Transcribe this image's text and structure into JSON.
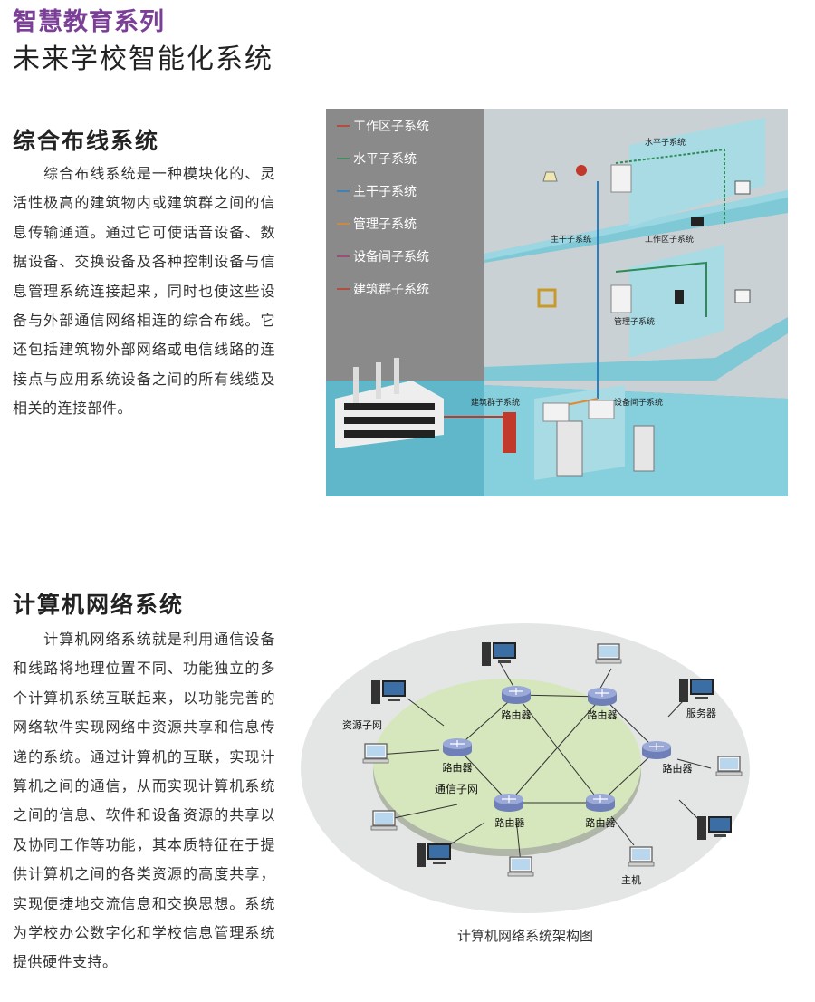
{
  "header": {
    "series": "智慧教育系列",
    "title": "未来学校智能化系统"
  },
  "cabling": {
    "title": "综合布线系统",
    "paragraph": "　　综合布线系统是一种模块化的、灵活性极高的建筑物内或建筑群之间的信息传输通道。通过它可使话音设备、数据设备、交换设备及各种控制设备与信息管理系统连接起来，同时也使这些设备与外部通信网络相连的综合布线。它还包括建筑物外部网络或电信线路的连接点与应用系统设备之间的所有线缆及相关的连接部件。",
    "legend": [
      {
        "label": "工作区子系统",
        "color": "#c0392b"
      },
      {
        "label": "水平子系统",
        "color": "#2e8b57"
      },
      {
        "label": "主干子系统",
        "color": "#2a7fc1"
      },
      {
        "label": "管理子系统",
        "color": "#e08a2c"
      },
      {
        "label": "设备间子系统",
        "color": "#a23b72"
      },
      {
        "label": "建筑群子系统",
        "color": "#c0392b"
      }
    ],
    "diagram_labels": {
      "horizontal": "水平子系统",
      "backbone": "主干子系统",
      "workarea": "工作区子系统",
      "management": "管理子系统",
      "campus": "建筑群子系统",
      "equipment_room": "设备间子系统"
    }
  },
  "network": {
    "title": "计算机网络系统",
    "paragraph": "　　计算机网络系统就是利用通信设备和线路将地理位置不同、功能独立的多个计算机系统互联起来，以功能完善的网络软件实现网络中资源共享和信息传递的系统。通过计算机的互联，实现计算机之间的通信，从而实现计算机系统之间的信息、软件和设备资源的共享以及协同工作等功能，其本质特征在于提供计算机之间的各类资源的高度共享，实现便捷地交流信息和交换思想。系统为学校办公数字化和学校信息管理系统提供硬件支持。",
    "router_label": "路由器",
    "subnet_label": "通信子网",
    "resource_label": "资源子网",
    "server_label": "服务器",
    "host_label": "主机",
    "caption": "计算机网络系统架构图"
  }
}
